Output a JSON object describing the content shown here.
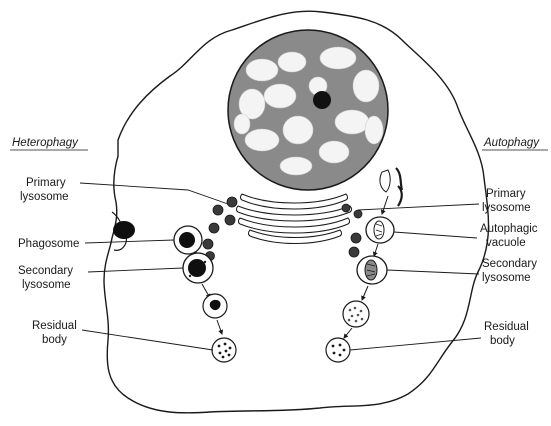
{
  "headings": {
    "left": "Heterophagy",
    "right": "Autophagy"
  },
  "left_labels": {
    "primary_lysosome": [
      "Primary",
      "lysosome"
    ],
    "phagosome": [
      "Phagosome"
    ],
    "secondary_lysosome": [
      "Secondary",
      "lysosome"
    ],
    "residual_body": [
      "Residual",
      "body"
    ]
  },
  "right_labels": {
    "primary_lysosome": [
      "Primary",
      "lysosome"
    ],
    "autophagic_vacuole": [
      "Autophagic",
      "vacuole"
    ],
    "secondary_lysosome": [
      "Secondary",
      "lysosome"
    ],
    "residual_body": [
      "Residual",
      "body"
    ]
  },
  "colors": {
    "ink": "#1a1a1a",
    "background": "#ffffff"
  }
}
